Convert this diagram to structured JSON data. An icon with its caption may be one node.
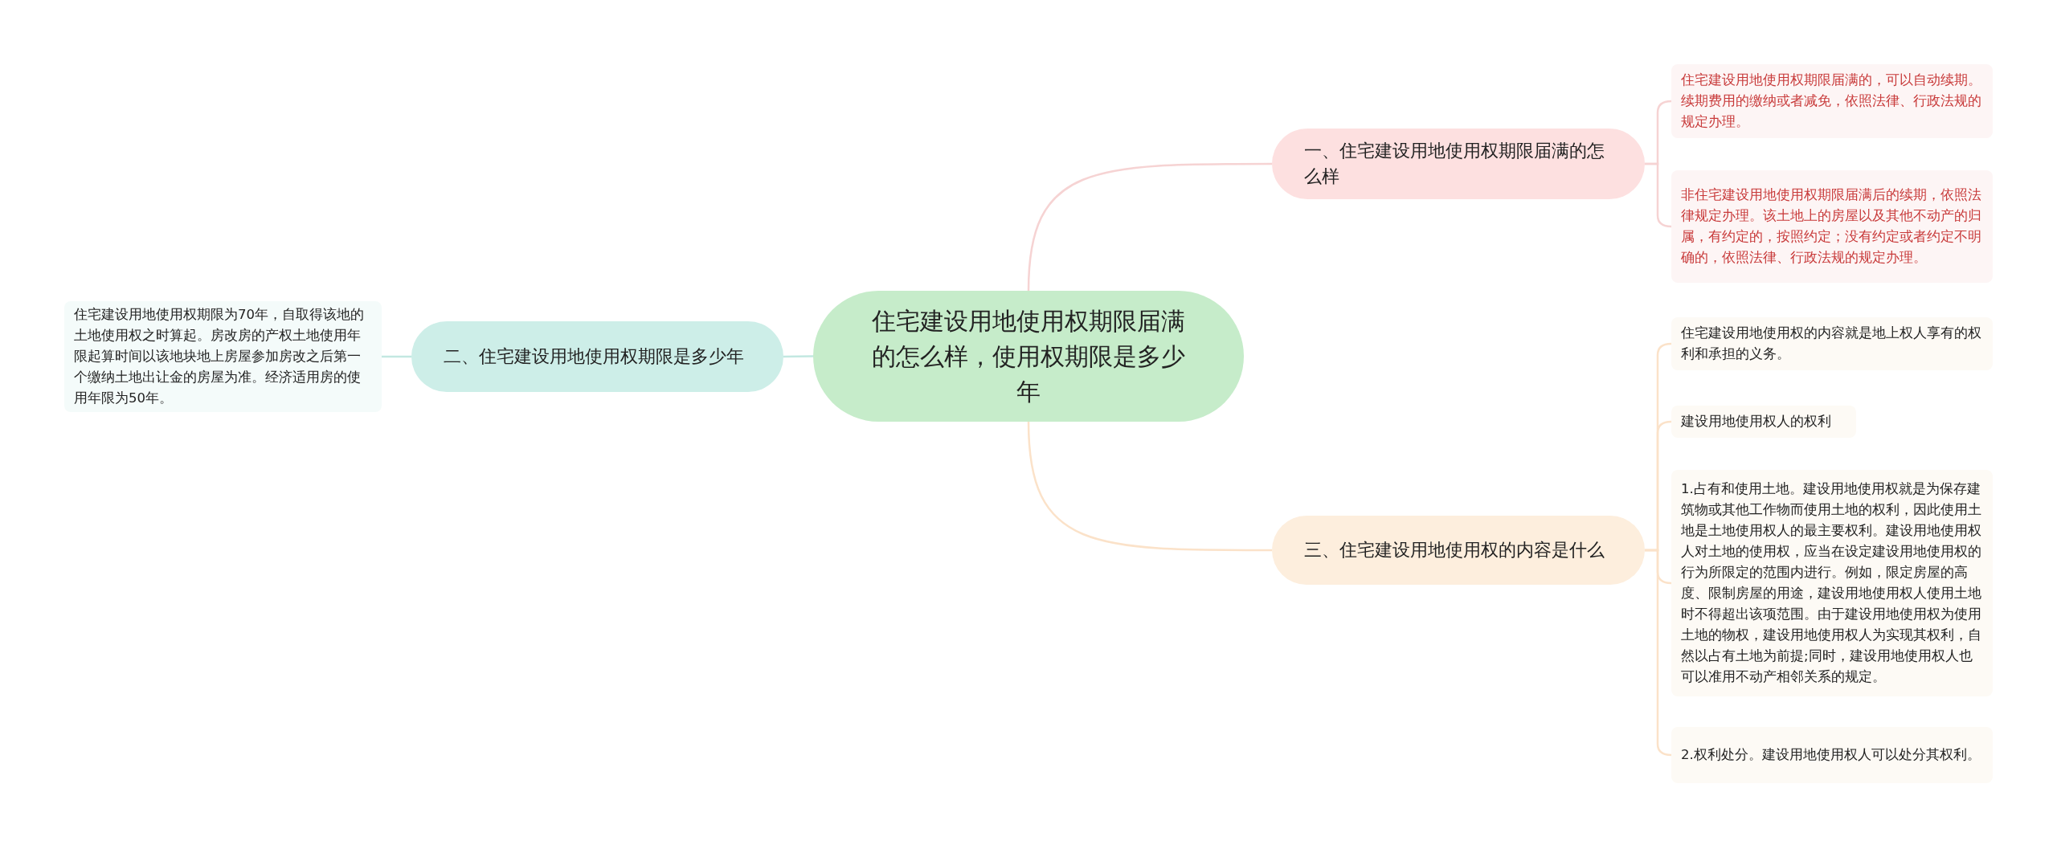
{
  "diagram": {
    "nodes": [
      {
        "text": [
          "住宅建设用地使用权期限届满的怎么样，使用权期限是多少年"
        ]
      },
      {
        "text": [
          "一、住宅建设用地使用权期限届满的怎么样"
        ]
      },
      {
        "text": [
          "住宅建设用地使用权期限届满的，可以自动续期。续期费用的缴纳或者减免，依照法律、行政法规的规定办理。"
        ]
      },
      {
        "text": [
          "非住宅建设用地使用权期限届满后的续期，依照法律规定办理。该土地上的房屋以及其他不动产的归属，有约定的，按照约定；没有约定或者约定不明确的，依照法律、行政法规的规定办理。"
        ]
      },
      {
        "text": [
          "二、住宅建设用地使用权期限是多少年"
        ]
      },
      {
        "text": [
          "住宅建设用地使用权期限为70年，自取得该地的土地使用权之时算起。房改房的产权土地使用年限起算时间以该地块地上房屋参加房改之后第一个缴纳土地出让金的房屋为准。经济适用房的使用年限为50年。"
        ]
      },
      {
        "text": [
          "三、住宅建设用地使用权的内容是什么"
        ]
      },
      {
        "text": [
          "住宅建设用地使用权的内容就是地上权人享有的权利和承担的义务。"
        ]
      },
      {
        "text": [
          "建设用地使用权人的权利"
        ]
      },
      {
        "text": [
          "1.占有和使用土地。建设用地使用权就是为保存建筑物或其他工作物而使用土地的权利，因此使用土地是土地使用权人的最主要权利。建设用地使用权人对土地的使用权，应当在设定建设用地使用权的行为所限定的范围内进行。例如，限定房屋的高度、限制房屋的用途，建设用地使用权人使用土地时不得超出该项范围。由于建设用地使用权为使用土地的物权，建设用地使用权人为实现其权利，自然以占有土地为前提;同时，建设用地使用权人也可以准用不动产相邻关系的规定。"
        ]
      },
      {
        "text": [
          "2.权利处分。建设用地使用权人可以处分其权利。"
        ]
      }
    ],
    "edges": [
      {
        "from": 0,
        "to": 1,
        "arrow": "none",
        "color": "#f6d3d3"
      },
      {
        "from": 1,
        "to": 2,
        "arrow": "none",
        "color": "#f6d3d3"
      },
      {
        "from": 1,
        "to": 3,
        "arrow": "none",
        "color": "#f6d3d3"
      },
      {
        "from": 0,
        "to": 4,
        "arrow": "none",
        "color": "#c3e8e1"
      },
      {
        "from": 4,
        "to": 5,
        "arrow": "none",
        "color": "#c3e8e1"
      },
      {
        "from": 0,
        "to": 6,
        "arrow": "none",
        "color": "#fbe2c9"
      },
      {
        "from": 6,
        "to": 7,
        "arrow": "none",
        "color": "#fbe2c9"
      },
      {
        "from": 6,
        "to": 8,
        "arrow": "none",
        "color": "#fbe2c9"
      },
      {
        "from": 6,
        "to": 9,
        "arrow": "none",
        "color": "#fbe2c9"
      },
      {
        "from": 6,
        "to": 10,
        "arrow": "none",
        "color": "#fbe2c9"
      }
    ]
  }
}
